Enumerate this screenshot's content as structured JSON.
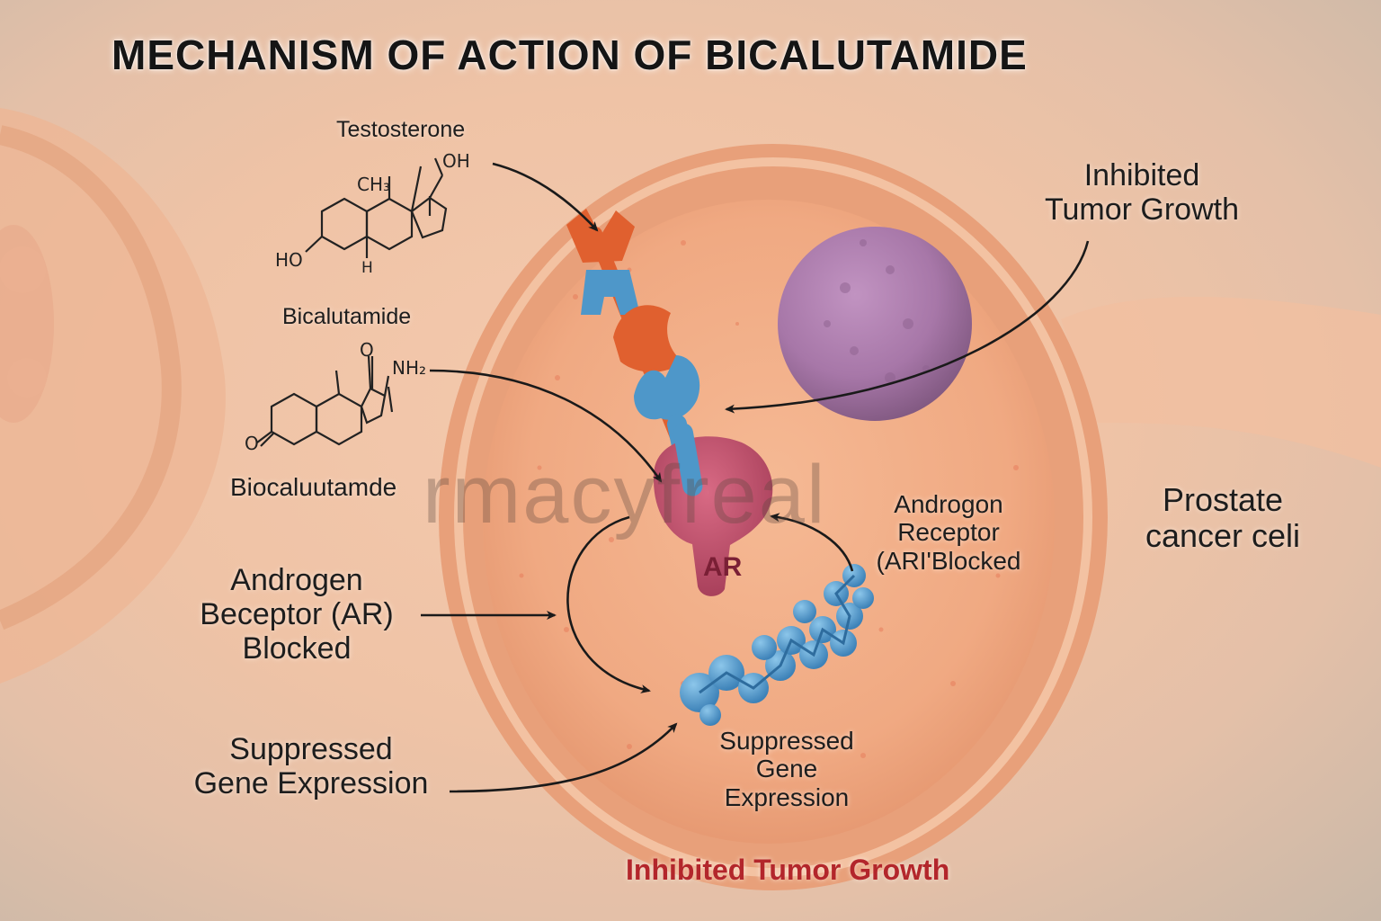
{
  "title": "MECHANISM OF ACTION OF BICALUTAMIDE",
  "watermark": "rmacyfreal",
  "labels": {
    "testosterone": "Testosterone",
    "bicalutamide": "Bicalutamide",
    "biocaluutamde": "Biocaluutamde",
    "left_ar_blocked": [
      "Androgen",
      "Beceptor (AR)",
      "Blocked"
    ],
    "left_suppressed": [
      "Suppressed",
      "Gene Expression"
    ],
    "top_right_inhibited": [
      "Inhibited",
      "Tumor Growth"
    ],
    "prostate_cell": [
      "Prostate",
      "cancer celi"
    ],
    "inner_ar_blocked": [
      "Androgon",
      "Receptor",
      "(ARI'Blocked"
    ],
    "inner_suppressed": [
      "Suppressed",
      "Gene",
      "Expression"
    ],
    "ar": "AR",
    "bottom_inhibited": "Inhibited Tumor Growth"
  },
  "molecules": {
    "testosterone": {
      "ch3": "CH₃",
      "oh": "OH",
      "ho": "HO",
      "h": "H"
    },
    "bicalutamide": {
      "o_top": "O",
      "nh2": "NH₂",
      "o_left": "O"
    }
  },
  "colors": {
    "cell_body": "#f0a982",
    "cell_membrane": "#e59a74",
    "nucleus": "#a777a8",
    "receptor_ar": "#c14f6a",
    "ligand_orange": "#e0602f",
    "ligand_blue": "#4e97c9",
    "gene_blue": "#4f9ad1",
    "bottom_text": "#b3262b"
  }
}
